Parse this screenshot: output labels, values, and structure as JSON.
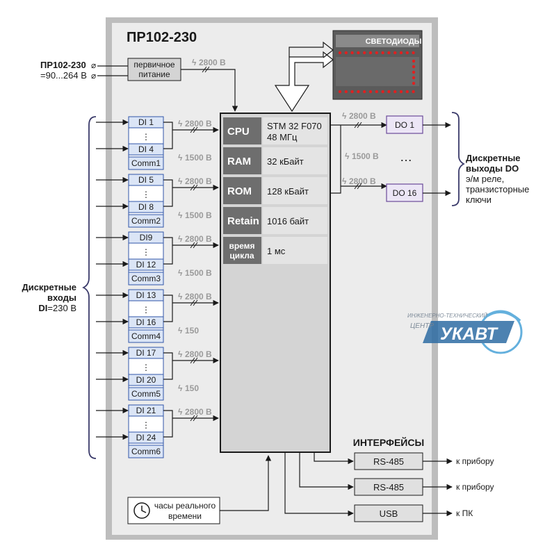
{
  "device_title": "ПР102-230",
  "power_input": {
    "model": "ПР102-230",
    "range": "=90...264 В"
  },
  "primary_power_lines": [
    "первичное",
    "питание"
  ],
  "leds_label": "СВЕТОДИОДЫ",
  "isolation": {
    "v2800": "2800 В",
    "v1500": "1500 В",
    "v150": "150"
  },
  "di_groups": [
    {
      "first": "DI 1",
      "last": "DI 4",
      "comm": "Comm1"
    },
    {
      "first": "DI 5",
      "last": "DI 8",
      "comm": "Comm2"
    },
    {
      "first": "DI9",
      "last": "DI 12",
      "comm": "Comm3"
    },
    {
      "first": "DI 13",
      "last": "DI 16",
      "comm": "Comm4"
    },
    {
      "first": "DI 17",
      "last": "DI 20",
      "comm": "Comm5"
    },
    {
      "first": "DI 21",
      "last": "DI 24",
      "comm": "Comm6"
    }
  ],
  "di_side": {
    "line1": "Дискретные",
    "line2": "входы",
    "line3_bold": "DI",
    "line3_rest": "=230 В"
  },
  "cpu_table": [
    {
      "label": "CPU",
      "value1": "STM 32 F070",
      "value2": "48 МГц"
    },
    {
      "label": "RAM",
      "value1": "32 кБайт"
    },
    {
      "label": "ROM",
      "value1": "128 кБайт"
    },
    {
      "label": "Retain",
      "value1": "1016 байт"
    },
    {
      "label": "время",
      "label2": "цикла",
      "value1": "1 мс"
    }
  ],
  "do_outputs": {
    "first": "DO 1",
    "last": "DO 16",
    "ellipsis": "…"
  },
  "do_side": {
    "line1": "Дискретные",
    "line2": "выходы DO",
    "line3": "э/м реле,",
    "line4": "транзисторные",
    "line5": "ключи"
  },
  "watermark": {
    "small": "ИНЖЕНЕРНО-ТЕХНИЧЕСКИЙ",
    "center": "ЦЕНТР",
    "brand": "УКАВТ"
  },
  "interfaces": {
    "title": "ИНТЕРФЕЙСЫ",
    "items": [
      {
        "name": "RS-485",
        "dest": "к прибору"
      },
      {
        "name": "RS-485",
        "dest": "к прибору"
      },
      {
        "name": "USB",
        "dest": "к ПК"
      }
    ]
  },
  "clock_lines": [
    "часы реального",
    "времени"
  ],
  "colors": {
    "panel": "#ececec",
    "panel_border": "#bdbdbd",
    "di_fill": "#dbe5f6",
    "di_stroke": "#2f55a8",
    "do_fill": "#ece6f6",
    "do_stroke": "#6a4a9a",
    "cpu_dark": "#6e6e6e",
    "cpu_light": "#d4d4d4",
    "led_red": "#e02020",
    "bracket": "#3a3a6a",
    "iso_grey": "#9a9a9a"
  }
}
